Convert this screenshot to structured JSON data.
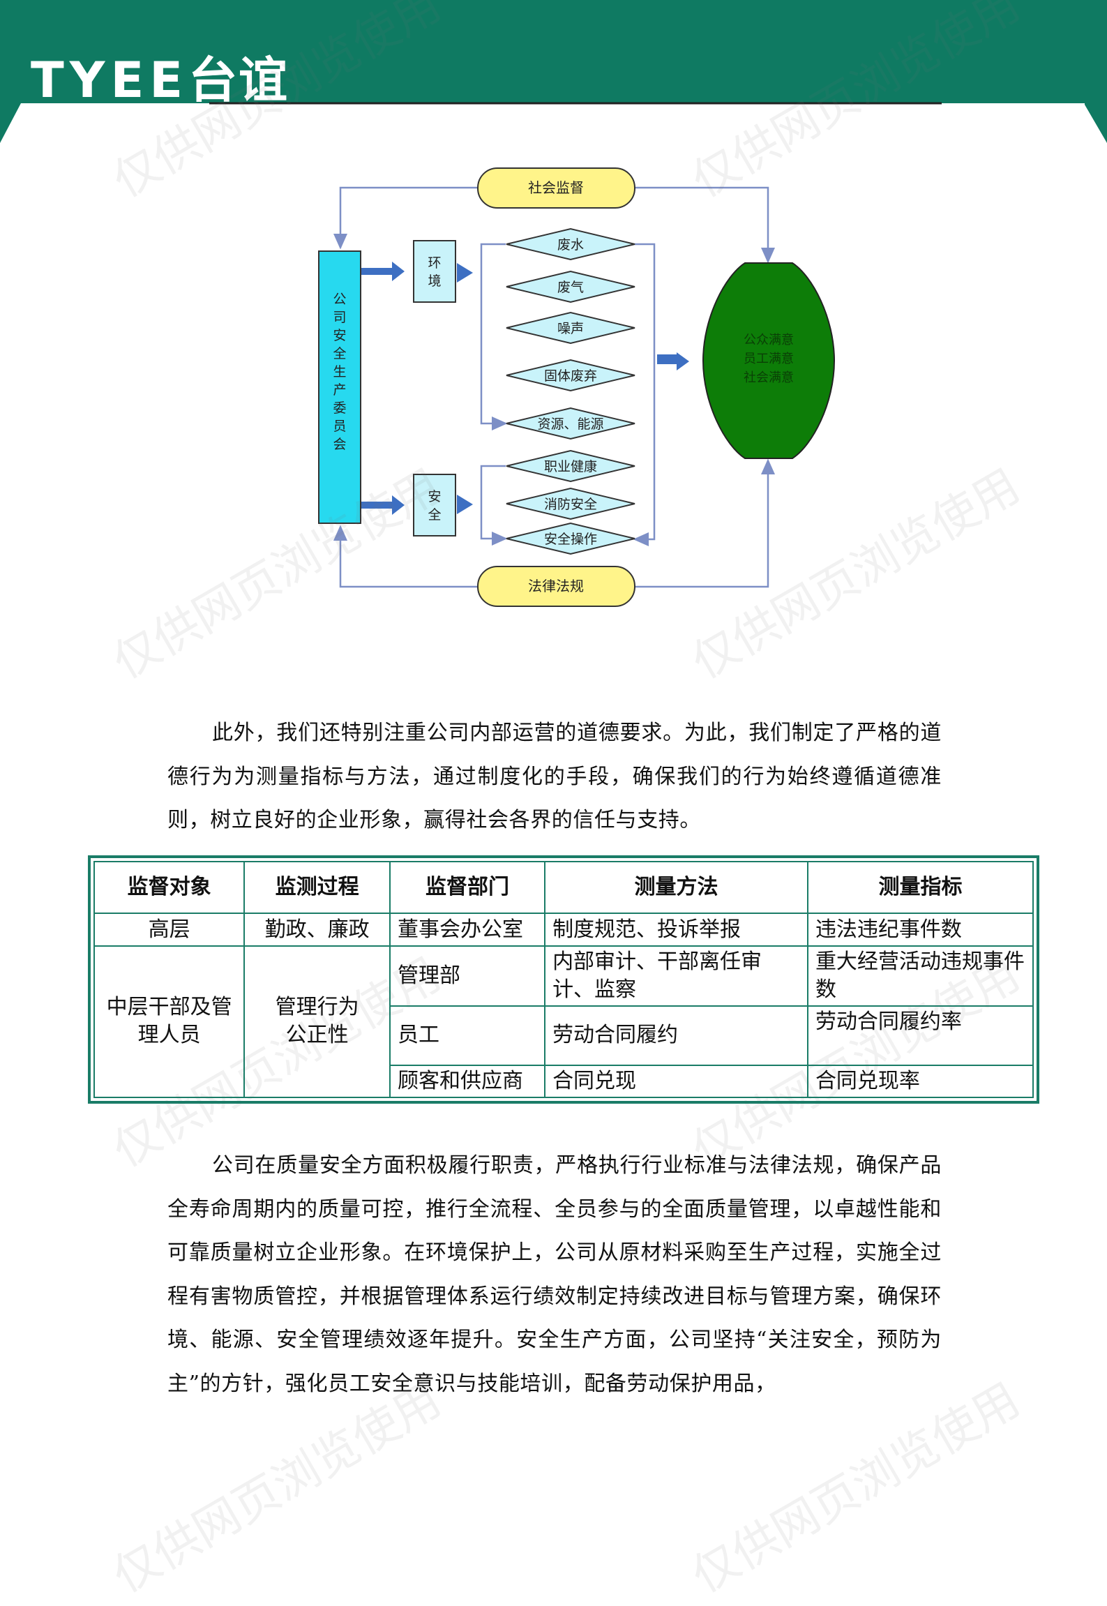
{
  "header": {
    "brand_latin": "TYEE",
    "brand_chinese": "台谊",
    "band_color": "#0f7a62"
  },
  "watermark": {
    "text": "仅供网页浏览使用"
  },
  "diagram": {
    "committee": "公司安全生产委员会",
    "social_supervision": "社会监督",
    "laws": "法律法规",
    "environment_box": "环境",
    "safety_box": "安全",
    "environment_items": [
      "废水",
      "废气",
      "噪声",
      "固体废弃",
      "资源、能源"
    ],
    "safety_items": [
      "职业健康",
      "消防安全",
      "安全操作"
    ],
    "outcome_lines": [
      "公众满意",
      "员工满意",
      "社会满意"
    ],
    "colors": {
      "committee_fill": "#27d9ef",
      "box_fill": "#c9f3fa",
      "oval_fill": "#fff48a",
      "outcome_fill": "#0d7d08",
      "line": "#7d8fc6",
      "arrow": "#3d6fc2"
    }
  },
  "paragraphs": [
    "此外，我们还特别注重公司内部运营的道德要求。为此，我们制定了严格的道德行为为测量指标与方法，通过制度化的手段，确保我们的行为始终遵循道德准则，树立良好的企业形象，赢得社会各界的信任与支持。",
    "公司在质量安全方面积极履行职责，严格执行行业标准与法律法规，确保产品全寿命周期内的质量可控，推行全流程、全员参与的全面质量管理，以卓越性能和可靠质量树立企业形象。在环境保护上，公司从原材料采购至生产过程，实施全过程有害物质管控，并根据管理体系运行绩效制定持续改进目标与管理方案，确保环境、能源、安全管理绩效逐年提升。安全生产方面，公司坚持“关注安全，预防为主”的方针，强化员工安全意识与技能培训，配备劳动保护用品，"
  ],
  "table": {
    "headers": [
      "监督对象",
      "监测过程",
      "监督部门",
      "测量方法",
      "测量指标"
    ],
    "row1": [
      "高层",
      "勤政、廉政",
      "董事会办公室",
      "制度规范、投诉举报",
      "违法违纪事件数"
    ],
    "group_subject": "中层干部及管理人员",
    "group_process": "管理行为公正性",
    "group_rows": [
      [
        "管理部",
        "内部审计、干部离任审计、监察",
        "重大经营活动违规事件数"
      ],
      [
        "员工",
        "劳动合同履约",
        "劳动合同履约率"
      ],
      [
        "顾客和供应商",
        "合同兑现",
        "合同兑现率"
      ]
    ]
  }
}
